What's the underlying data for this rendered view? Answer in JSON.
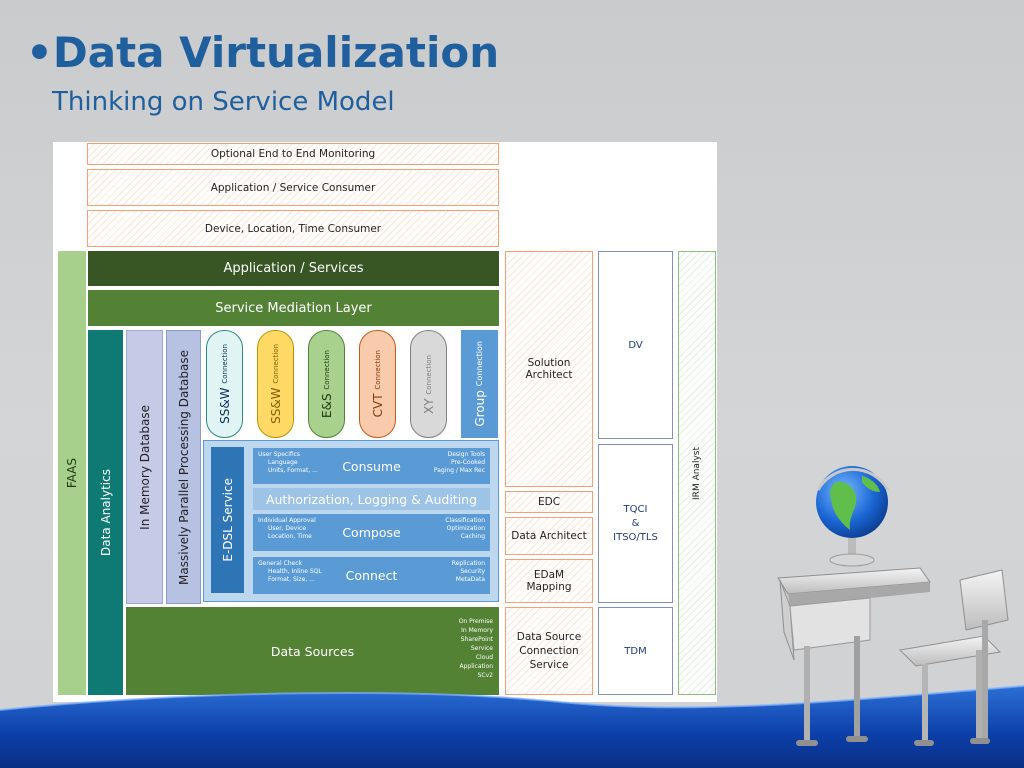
{
  "slide": {
    "bullet": "•",
    "title": "Data Virtualization",
    "subtitle": "Thinking on Service Model"
  },
  "diagram": {
    "top_bars": [
      "Optional End to End Monitoring",
      "Application / Service Consumer",
      "Device, Location, Time Consumer"
    ],
    "faas": "FAAS",
    "app_services": "Application / Services",
    "service_mediation": "Service Mediation Layer",
    "data_analytics": "Data Analytics",
    "in_memory_db": "In Memory Database",
    "mpp_db": "Massively Parallel Processing Database",
    "connections": [
      {
        "main": "SS&W",
        "sub": "Connection"
      },
      {
        "main": "SS&W",
        "sub": "Connection"
      },
      {
        "main": "E&S",
        "sub": "Connection"
      },
      {
        "main": "CVT",
        "sub": "Connection"
      },
      {
        "main": "XY",
        "sub": "Connection"
      },
      {
        "main": "Group",
        "sub": "Connection"
      }
    ],
    "edsl_service": "E-DSL Service",
    "consume": {
      "label": "Consume",
      "left": [
        "User Specifics",
        "Language",
        "Units, Format, ..."
      ],
      "right": [
        "Design Tools",
        "Pre-Cooked",
        "Paging / Max Rec"
      ]
    },
    "auth": "Authorization, Logging & Auditing",
    "compose": {
      "label": "Compose",
      "left": [
        "Individual Approval",
        "User, Device",
        "Location, Time"
      ],
      "right": [
        "Classification",
        "Optimization",
        "Caching"
      ]
    },
    "connect": {
      "label": "Connect",
      "left": [
        "General Check",
        "Health, Inline SQL",
        "Format, Size, ..."
      ],
      "right": [
        "Replication",
        "Security",
        "MetaData"
      ]
    },
    "data_sources": {
      "label": "Data Sources",
      "items": [
        "On Premise",
        "In Memory",
        "SharePoint",
        "Service",
        "Cloud",
        "Application",
        "SCv2"
      ]
    },
    "right_col1": [
      "Solution Architect",
      "EDC",
      "Data Architect",
      "EDaM Mapping",
      "Data Source Connection Service"
    ],
    "right_col2": [
      "DV",
      "TQCI",
      "&",
      "ITSO/TLS",
      "TDM"
    ],
    "irm": "IRM Analyst"
  },
  "colors": {
    "title": "#1f5f9e",
    "dark_green": "#375623",
    "green": "#538135",
    "teal": "#0e7a73",
    "blue": "#2e75b6",
    "light_blue": "#5b9bd5"
  }
}
